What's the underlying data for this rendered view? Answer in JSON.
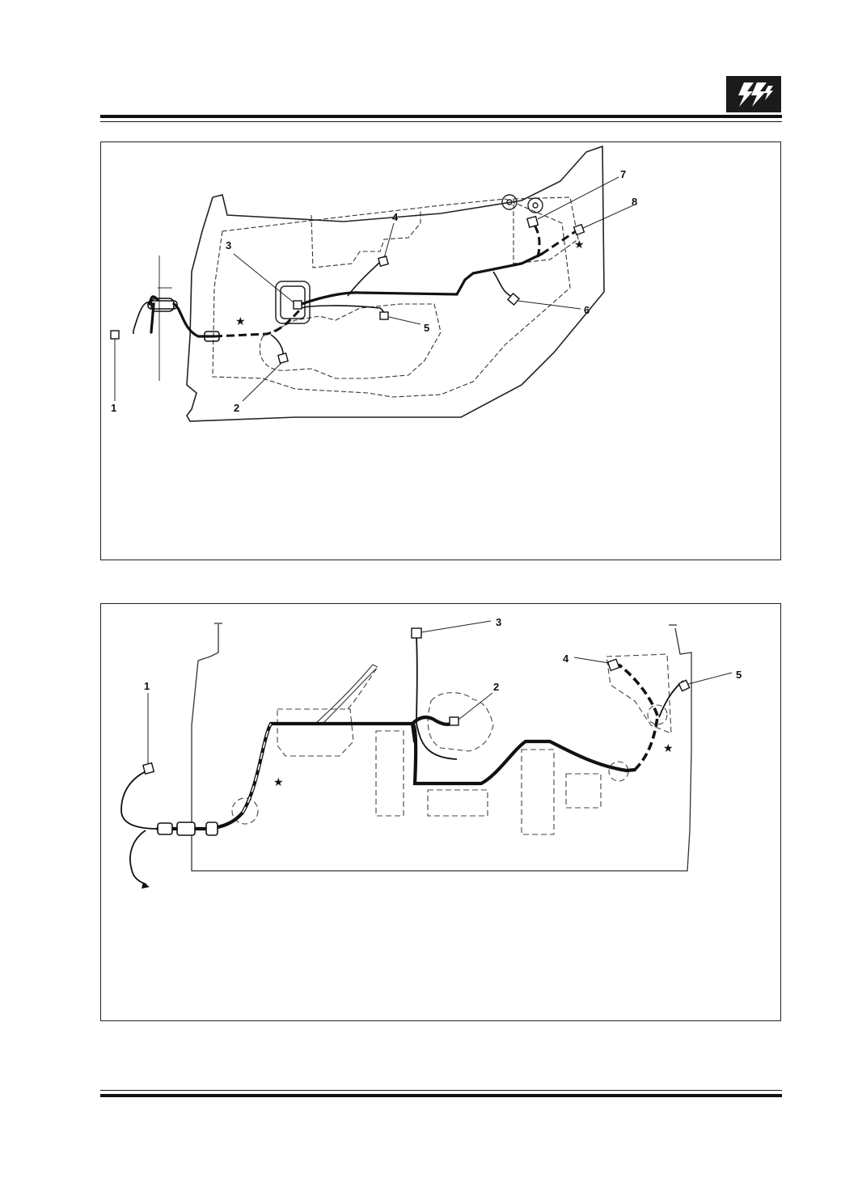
{
  "header": {
    "logo_icon": "lightning-bolt-icon"
  },
  "figure_top": {
    "callouts": [
      "1",
      "2",
      "3",
      "4",
      "5",
      "6",
      "7",
      "8"
    ],
    "star_markers": [
      "★",
      "★"
    ]
  },
  "figure_bottom": {
    "callouts": [
      "1",
      "2",
      "3",
      "4",
      "5"
    ],
    "star_markers": [
      "★",
      "★"
    ]
  },
  "colors": {
    "ink": "#111111",
    "logo_bg": "#1b1b1b",
    "paper": "#ffffff"
  }
}
